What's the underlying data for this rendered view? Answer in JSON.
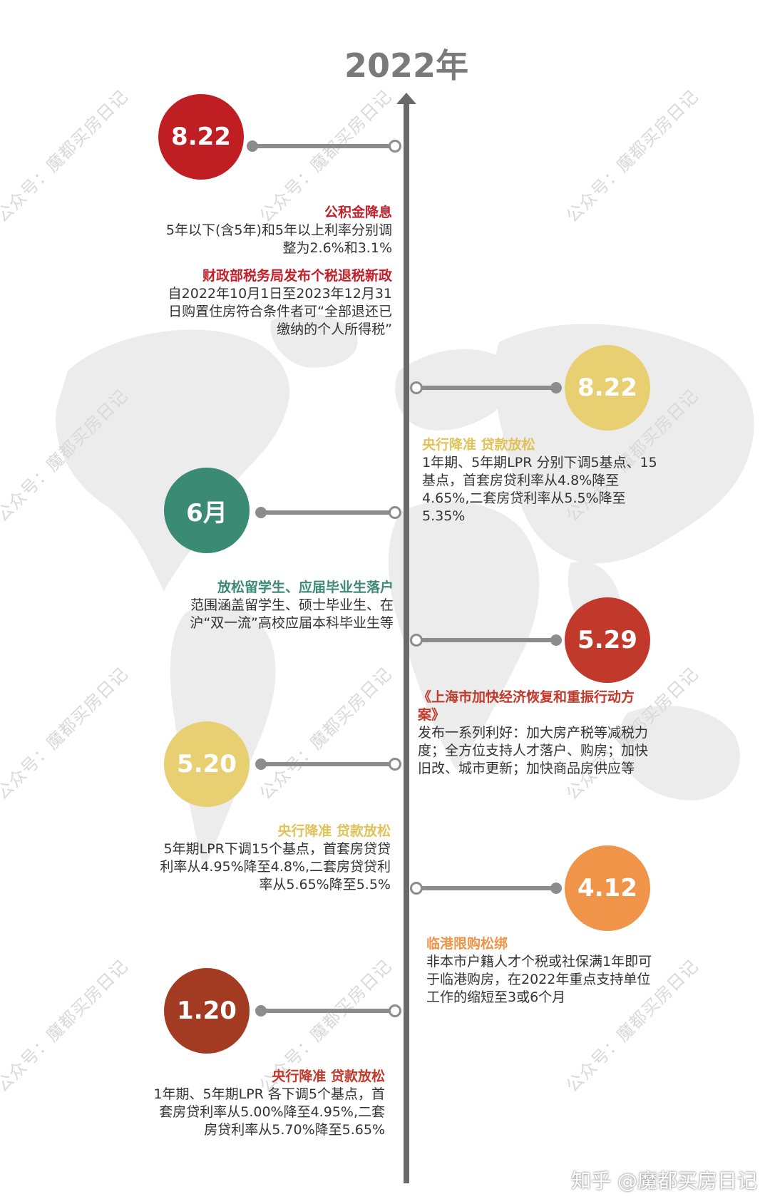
{
  "year": "2022年",
  "watermark": "公众号：魔都买房日记",
  "footer": "知乎 @魔都买房日记",
  "events": [
    {
      "date": "8.22",
      "color": "#bf1e23",
      "side": "left",
      "items": [
        {
          "title": "公积金降息",
          "title_color": "#c0202a",
          "body": "5年以下(含5年)和5年以上利率分别调整为2.6%和3.1%"
        },
        {
          "title": "财政部税务局发布个税退税新政",
          "title_color": "#c0202a",
          "body": "自2022年10月1日至2023年12月31日购置住房符合条件者可“全部退还已缴纳的个人所得税”"
        }
      ]
    },
    {
      "date": "8.22",
      "color": "#e8cf72",
      "side": "right",
      "items": [
        {
          "title": "央行降准 贷款放松",
          "title_color": "#e0c258",
          "body": "1年期、5年期LPR 分别下调5基点、15基点，首套房贷利率从4.8%降至4.65%,二套房贷利率从5.5%降至5.35%"
        }
      ]
    },
    {
      "date": "6月",
      "color": "#3a8a74",
      "side": "left",
      "items": [
        {
          "title": "放松留学生、应届毕业生落户",
          "title_color": "#3a8a74",
          "body": "范围涵盖留学生、硕士毕业生、在沪“双一流”高校应届本科毕业生等"
        }
      ]
    },
    {
      "date": "5.29",
      "color": "#c1392b",
      "side": "right",
      "items": [
        {
          "title": "《上海市加快经济恢复和重振行动方案》",
          "title_color": "#c0392b",
          "body": "发布一系列利好：加大房产税等减税力度；全方位支持人才落户、购房；加快旧改、城市更新；加快商品房供应等"
        }
      ]
    },
    {
      "date": "5.20",
      "color": "#e8cf72",
      "side": "left",
      "items": [
        {
          "title": "央行降准 贷款放松",
          "title_color": "#e0c258",
          "body": "5年期LPR下调15个基点，首套房贷贷利率从4.95%降至4.8%,二套房贷贷利率从5.65%降至5.5%"
        }
      ]
    },
    {
      "date": "4.12",
      "color": "#f0944a",
      "side": "right",
      "items": [
        {
          "title": "临港限购松绑",
          "title_color": "#f0944a",
          "body": "非本市户籍人才个税或社保满1年即可于临港购房，在2022年重点支持单位工作的缩短至3或6个月"
        }
      ]
    },
    {
      "date": "1.20",
      "color": "#a33a22",
      "side": "left",
      "items": [
        {
          "title": "央行降准 贷款放松",
          "title_color": "#c0392b",
          "body": "1年期、5年期LPR 各下调5个基点，首套房贷利率从5.00%降至4.95%,二套房贷利率从5.70%降至5.65%"
        }
      ]
    }
  ]
}
